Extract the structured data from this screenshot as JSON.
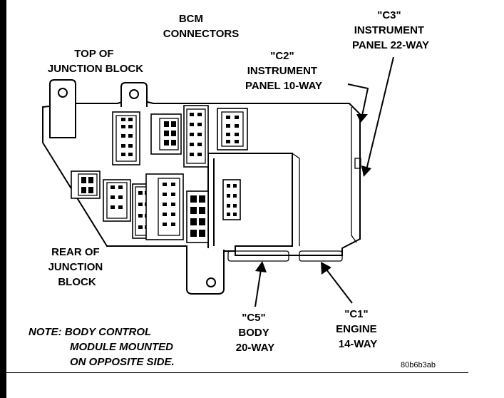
{
  "labels": {
    "bcm": [
      "BCM",
      "CONNECTORS"
    ],
    "top": [
      "TOP OF",
      "JUNCTION BLOCK"
    ],
    "c2": [
      "\"C2\"",
      "INSTRUMENT",
      "PANEL 10-WAY"
    ],
    "c3": [
      "\"C3\"",
      "INSTRUMENT",
      "PANEL 22-WAY"
    ],
    "rear": [
      "REAR OF",
      "JUNCTION",
      "BLOCK"
    ],
    "c5": [
      "\"C5\"",
      "BODY",
      "20-WAY"
    ],
    "c1": [
      "\"C1\"",
      "ENGINE",
      "14-WAY"
    ],
    "note": [
      "NOTE: BODY CONTROL",
      "MODULE MOUNTED",
      "ON OPPOSITE SIDE."
    ],
    "ref": "80b6b3ab"
  }
}
